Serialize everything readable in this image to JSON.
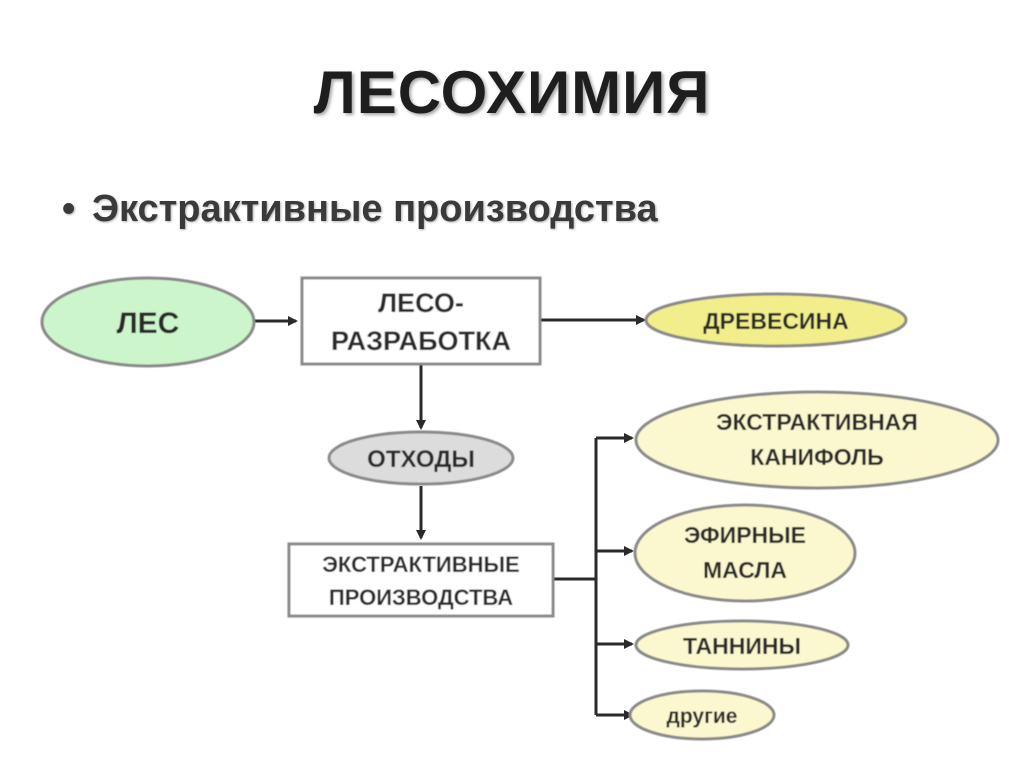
{
  "slide": {
    "title": "ЛЕСОХИМИЯ",
    "bullet_marker": "•",
    "bullet_text": "Экстрактивные производства"
  },
  "diagram": {
    "nodes": {
      "forest": "ЛЕС",
      "logging_line1": "ЛЕСО-",
      "logging_line2": "РАЗРАБОТКА",
      "wood": "ДРЕВЕСИНА",
      "waste": "ОТХОДЫ",
      "extractive_line1": "ЭКСТРАКТИВНЫЕ",
      "extractive_line2": "ПРОИЗВОДСТВА",
      "rosin_line1": "ЭКСТРАКТИВНАЯ",
      "rosin_line2": "КАНИФОЛЬ",
      "oils_line1": "ЭФИРНЫЕ",
      "oils_line2": "МАСЛА",
      "tannins": "ТАННИНЫ",
      "other": "другие"
    },
    "colors": {
      "forest_fill": "#ccf5cc",
      "wood_fill": "#f2ee8c",
      "products_fill": "#fbf8cf",
      "waste_fill": "#dcdcdc",
      "box_fill": "#ffffff",
      "stroke": "#8a8a8a",
      "arrow": "#2a2a2a"
    }
  }
}
